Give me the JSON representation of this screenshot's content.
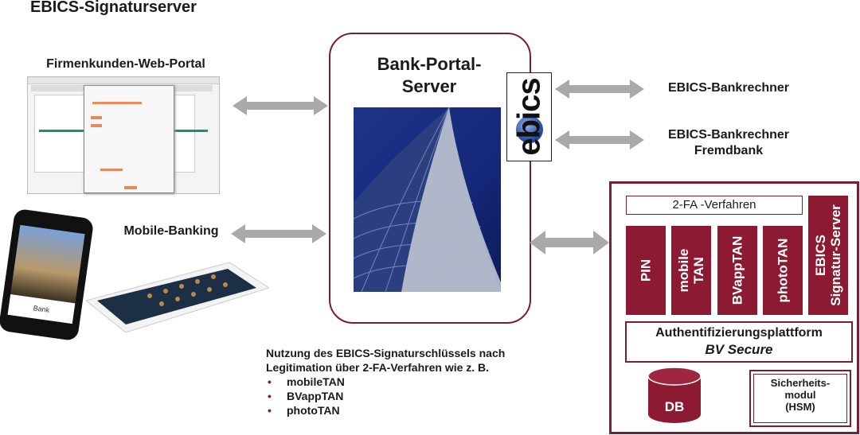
{
  "title": "EBICS-Signaturserver",
  "left": {
    "web_portal_label": "Firmenkunden-Web-Portal",
    "mobile_label": "Mobile-Banking",
    "phone_screen_label": "Bank"
  },
  "center": {
    "server_title_line1": "Bank-Portal-",
    "server_title_line2": "Server",
    "logo_text": "ebics"
  },
  "right": {
    "bank_computer_label": "EBICS-Bankrechner",
    "foreign_bank_line1": "EBICS-Bankrechner",
    "foreign_bank_line2": "Fremdbank"
  },
  "auth": {
    "fa_header": "2-FA -Verfahren",
    "methods": [
      "PIN",
      "mobile TAN",
      "BVappTAN",
      "photoTAN"
    ],
    "methods_lines": [
      [
        "PIN"
      ],
      [
        "mobile",
        "TAN"
      ],
      [
        "BVappTAN"
      ],
      [
        "photoTAN"
      ]
    ],
    "signature_server_line1": "EBICS",
    "signature_server_line2": "Signatur-Server",
    "platform_line1": "Authentifizierungsplattform",
    "platform_line2": "BV Secure",
    "db_label": "DB",
    "hsm_line1": "Sicherheits-",
    "hsm_line2": "modul",
    "hsm_line3": "(HSM)"
  },
  "description": {
    "line1": "Nutzung des EBICS-Signaturschlüssels nach",
    "line2": "Legitimation über 2-FA-Verfahren wie z. B.",
    "bullets": [
      "mobileTAN",
      "BVappTAN",
      "photoTAN"
    ]
  },
  "colors": {
    "accent": "#8b1a32",
    "border": "#7a1f33",
    "arrow": "#a9a9a9"
  }
}
